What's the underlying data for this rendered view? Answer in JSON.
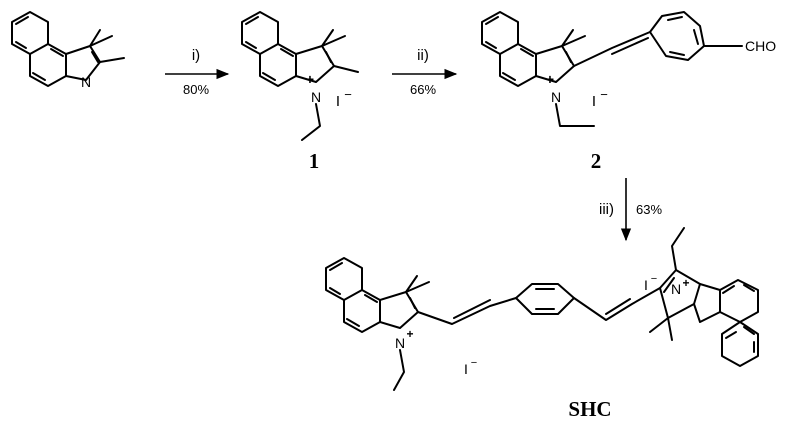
{
  "scheme": {
    "steps": [
      {
        "label": "i)",
        "yield": "80%"
      },
      {
        "label": "ii)",
        "yield": "66%"
      },
      {
        "label": "iii)",
        "yield": "63%"
      }
    ],
    "compounds": [
      {
        "label": "1"
      },
      {
        "label": "2"
      },
      {
        "label": "SHC"
      }
    ],
    "atoms": {
      "nitrogen": "N",
      "plus": "+",
      "iodide": "I",
      "minus": "−",
      "aldehyde": "CHO"
    }
  }
}
